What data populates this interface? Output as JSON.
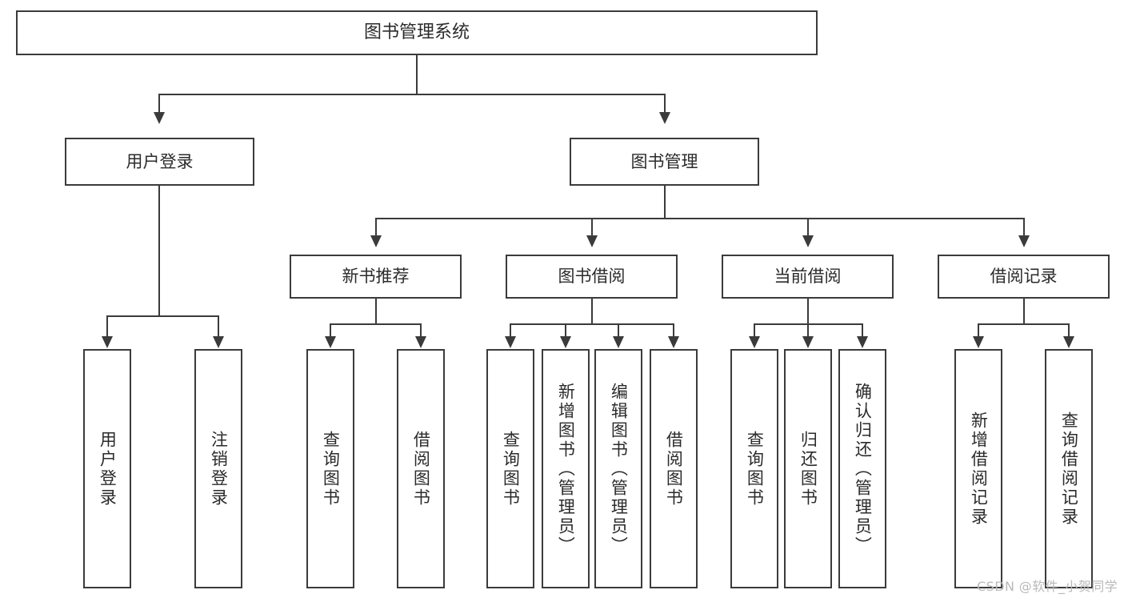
{
  "diagram": {
    "title": "图书管理系统",
    "type": "tree",
    "root": {
      "label": "图书管理系统"
    },
    "level2": [
      {
        "label": "用户登录"
      },
      {
        "label": "图书管理"
      }
    ],
    "level3": [
      {
        "label": "新书推荐"
      },
      {
        "label": "图书借阅"
      },
      {
        "label": "当前借阅"
      },
      {
        "label": "借阅记录"
      }
    ],
    "leaves": {
      "user_login": [
        {
          "label": "用户登录"
        },
        {
          "label": "注销登录"
        }
      ],
      "new_book_recommend": [
        {
          "label": "查询图书"
        },
        {
          "label": "借阅图书"
        }
      ],
      "book_borrow": [
        {
          "label": "查询图书"
        },
        {
          "label": "新增图书（管理员）"
        },
        {
          "label": "编辑图书（管理员）"
        },
        {
          "label": "借阅图书"
        }
      ],
      "current_borrow": [
        {
          "label": "查询图书"
        },
        {
          "label": "归还图书"
        },
        {
          "label": "确认归还（管理员）"
        }
      ],
      "borrow_record": [
        {
          "label": "新增借阅记录"
        },
        {
          "label": "查询借阅记录"
        }
      ]
    }
  },
  "watermark": {
    "text": "CSDN @软件_小贺同学"
  },
  "colors": {
    "stroke": "#3b3b3b",
    "text": "#2b2b2b",
    "background": "#ffffff",
    "watermark": "#b9b9b9"
  }
}
